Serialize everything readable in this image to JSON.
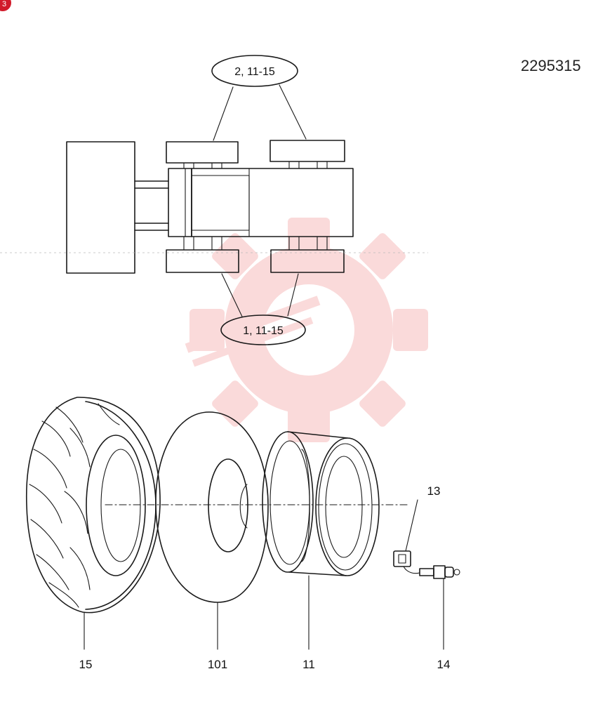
{
  "badge": "3",
  "document_number": "2295315",
  "callouts": {
    "top": "2, 11-15",
    "bottom": "1, 11-15"
  },
  "parts": [
    {
      "id": "tire",
      "label": "15"
    },
    {
      "id": "tube",
      "label": "101"
    },
    {
      "id": "rim",
      "label": "11"
    },
    {
      "id": "valve",
      "label": "13"
    },
    {
      "id": "valve_stem",
      "label": "14"
    }
  ],
  "watermark_color": "#f2a0a0"
}
